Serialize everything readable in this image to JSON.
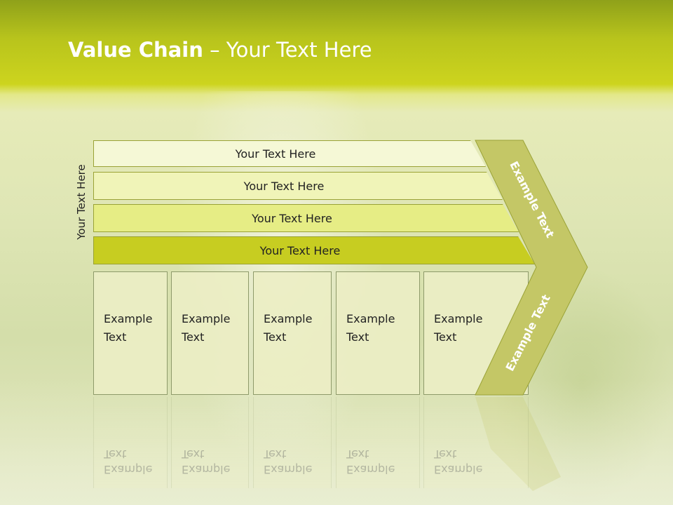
{
  "slide": {
    "title_bold": "Value Chain",
    "title_rest": " – Your Text Here",
    "side_label": "Your Text Here"
  },
  "support_activities": [
    {
      "label": "Your Text Here"
    },
    {
      "label": "Your Text Here"
    },
    {
      "label": "Your Text Here"
    },
    {
      "label": "Your Text Here"
    }
  ],
  "primary_activities": [
    {
      "label": "Example Text"
    },
    {
      "label": "Example Text"
    },
    {
      "label": "Example Text"
    },
    {
      "label": "Example Text"
    },
    {
      "label": "Example Text"
    }
  ],
  "margin": {
    "upper_label": "Example Text",
    "lower_label": "Example Text"
  },
  "colors": {
    "title_bar": "#b8c41c",
    "band_light": "#f5f8d6",
    "band_mid": "#f0f4b8",
    "band_strong": "#e6ed85",
    "band_accent": "#c7cd21",
    "chevron": "#c4c766"
  }
}
